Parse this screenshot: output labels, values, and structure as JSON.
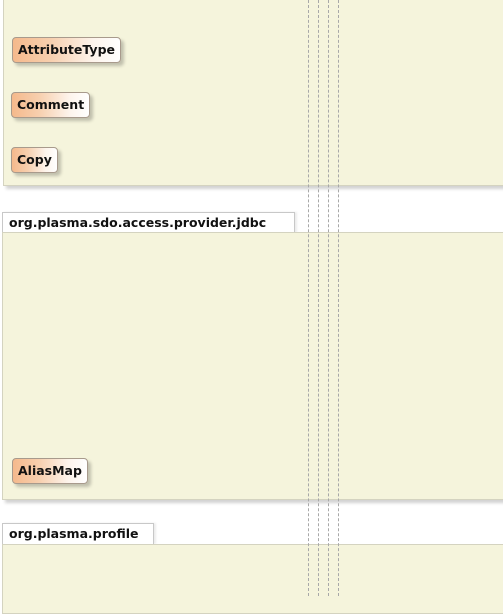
{
  "packages": [
    {
      "id": "pkg-top",
      "name": ""
    },
    {
      "id": "pkg-jdbc",
      "name": "org.plasma.sdo.access.provider.jdbc"
    },
    {
      "id": "pkg-profile",
      "name": "org.plasma.profile"
    }
  ],
  "classes": [
    {
      "name": "AttributeType"
    },
    {
      "name": "Comment"
    },
    {
      "name": "Copy"
    },
    {
      "name": "AliasMap"
    }
  ],
  "colors": {
    "package_fill": "#f5f4dc",
    "class_gradient_start": "#f5b98c",
    "class_gradient_end": "#ffffff",
    "lifeline": "#a8a8a8"
  }
}
